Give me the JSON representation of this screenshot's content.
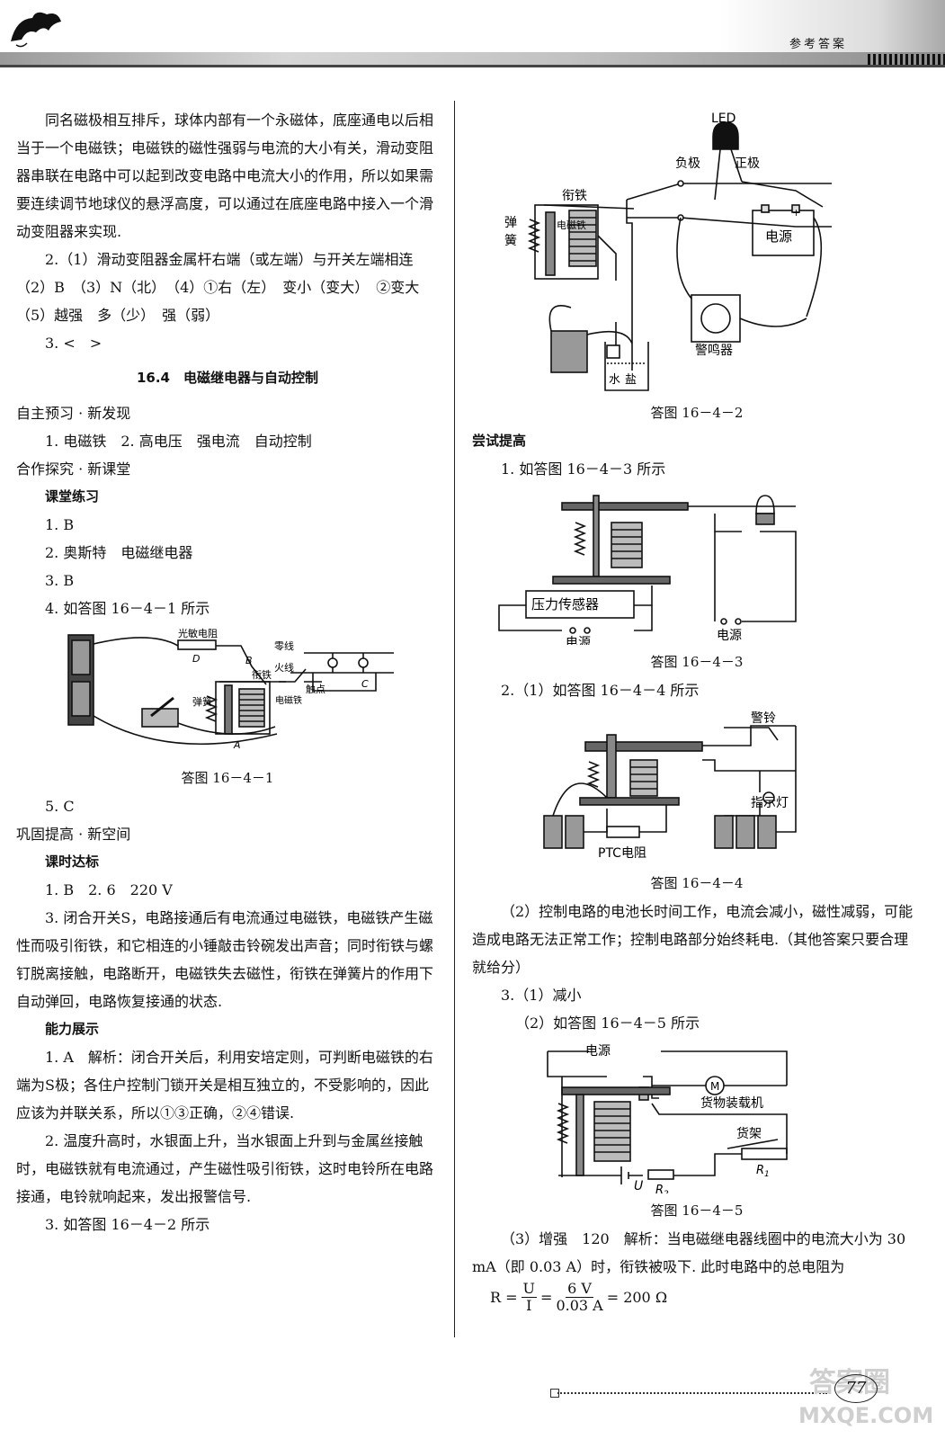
{
  "header": {
    "title": "参考答案"
  },
  "left": {
    "intro": "同名磁极相互排斥，球体内部有一个永磁体，底座通电以后相当于一个电磁铁；电磁铁的磁性强弱与电流的大小有关，滑动变阻器串联在电路中可以起到改变电路中电流大小的作用，所以如果需要连续调节地球仪的悬浮高度，可以通过在底座电路中接入一个滑动变阻器来实现.",
    "q2": "2.（1）滑动变阻器金属杆右端（或左端）与开关左端相连　（2）B　（3）N（北）　（4）①右（左）　变小（变大）　②变大　（5）越强　多（少）　强（弱）",
    "q3": "3. <　>",
    "section_title": "16.4　电磁继电器与自动控制",
    "h_preview": "自主预习 · 新发现",
    "preview_ans": "1. 电磁铁　2. 高电压　强电流　自动控制",
    "h_coop": "合作探究 · 新课堂",
    "h_class": "课堂练习",
    "c1": "1. B",
    "c2": "2. 奥斯特　电磁继电器",
    "c3": "3. B",
    "c4": "4. 如答图 16－4－1 所示",
    "fig1": {
      "caption": "答图 16－4－1",
      "light_resistor": "光敏电阻",
      "zero_line": "零线",
      "fire_line": "火线",
      "armature": "衔铁",
      "spring": "弹簧",
      "electromagnet": "电磁铁",
      "contact": "触点",
      "A": "A",
      "B": "B",
      "C": "C",
      "D": "D"
    },
    "c5": "5. C",
    "h_consolidate": "巩固提高 · 新空间",
    "h_target": "课时达标",
    "t1": "1. B　2. 6　220 V",
    "t3": "3. 闭合开关S，电路接通后有电流通过电磁铁，电磁铁产生磁性而吸引衔铁，和它相连的小锤敲击铃碗发出声音；同时衔铁与螺钉脱离接触，电路断开，电磁铁失去磁性，衔铁在弹簧片的作用下自动弹回，电路恢复接通的状态.",
    "h_ability": "能力展示",
    "a1": "1. A　解析：闭合开关后，利用安培定则，可判断电磁铁的右端为S极；各住户控制门锁开关是相互独立的，不受影响的，因此应该为并联关系，所以①③正确，②④错误.",
    "a2": "2. 温度升高时，水银面上升，当水银面上升到与金属丝接触时，电磁铁就有电流通过，产生磁性吸引衔铁，这时电铃所在电路接通，电铃就响起来，发出报警信号.",
    "a3": "3. 如答图 16－4－2 所示"
  },
  "right": {
    "fig2": {
      "caption": "答图 16－4－2",
      "led": "LED",
      "neg": "负极",
      "pos": "正极",
      "armature": "衔铁",
      "spring": "弹簧",
      "electromagnet": "电磁铁",
      "power": "电源",
      "buzzer": "警鸣器",
      "water": "水",
      "salt": "盐",
      "minus": "－",
      "plus": "+"
    },
    "h_try": "尝试提高",
    "r1": "1. 如答图 16－4－3 所示",
    "fig3": {
      "caption": "答图 16－4－3",
      "sensor": "压力传感器",
      "power1": "电源",
      "power2": "电源"
    },
    "r2": "2.（1）如答图 16－4－4 所示",
    "fig4": {
      "caption": "答图 16－4－4",
      "bell": "警铃",
      "lamp": "指示灯",
      "ptc": "PTC电阻"
    },
    "r2b": "（2）控制电路的电池长时间工作，电流会减小，磁性减弱，可能造成电路无法正常工作；控制电路部分始终耗电.（其他答案只要合理就给分）",
    "r3": "3.（1）减小",
    "r3b": "（2）如答图 16－4－5 所示",
    "fig5": {
      "caption": "答图 16－4－5",
      "power": "电源",
      "motor": "M",
      "loader": "货物装载机",
      "shelf": "货架",
      "U": "U",
      "R2": "R",
      "R2sub": "2",
      "R1": "R",
      "R1sub": "1"
    },
    "r3c": "（3）增强　120　解析：当电磁继电器线圈中的电流大小为 30 mA（即 0.03 A）时，衔铁被吸下. 此时电路中的总电阻为",
    "formula": {
      "lhs": "R =",
      "f1num": "U",
      "f1den": "I",
      "eq": "=",
      "f2num": "6 V",
      "f2den": "0.03 A",
      "rhs": "= 200 Ω"
    }
  },
  "footer": {
    "page": "77",
    "watermark1": "答案圈",
    "watermark2": "MXQE.COM"
  }
}
